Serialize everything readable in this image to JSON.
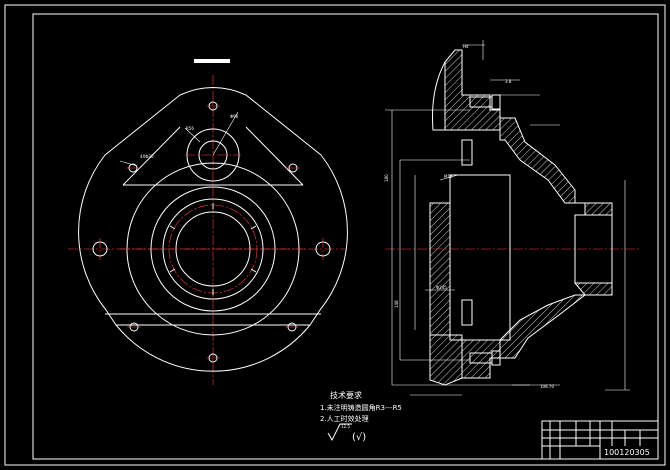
{
  "notes": {
    "title": "技术要求",
    "line1": "1.未注明铸造圆角R3---R5",
    "line2": "2.人工时效处理",
    "finish": "(√)",
    "finish_value": "12.5"
  },
  "title_block": {
    "drawing_no": "100120305"
  },
  "colors": {
    "lines": "#ffffff",
    "centerlines": "#ff4040",
    "background": "#000000"
  }
}
